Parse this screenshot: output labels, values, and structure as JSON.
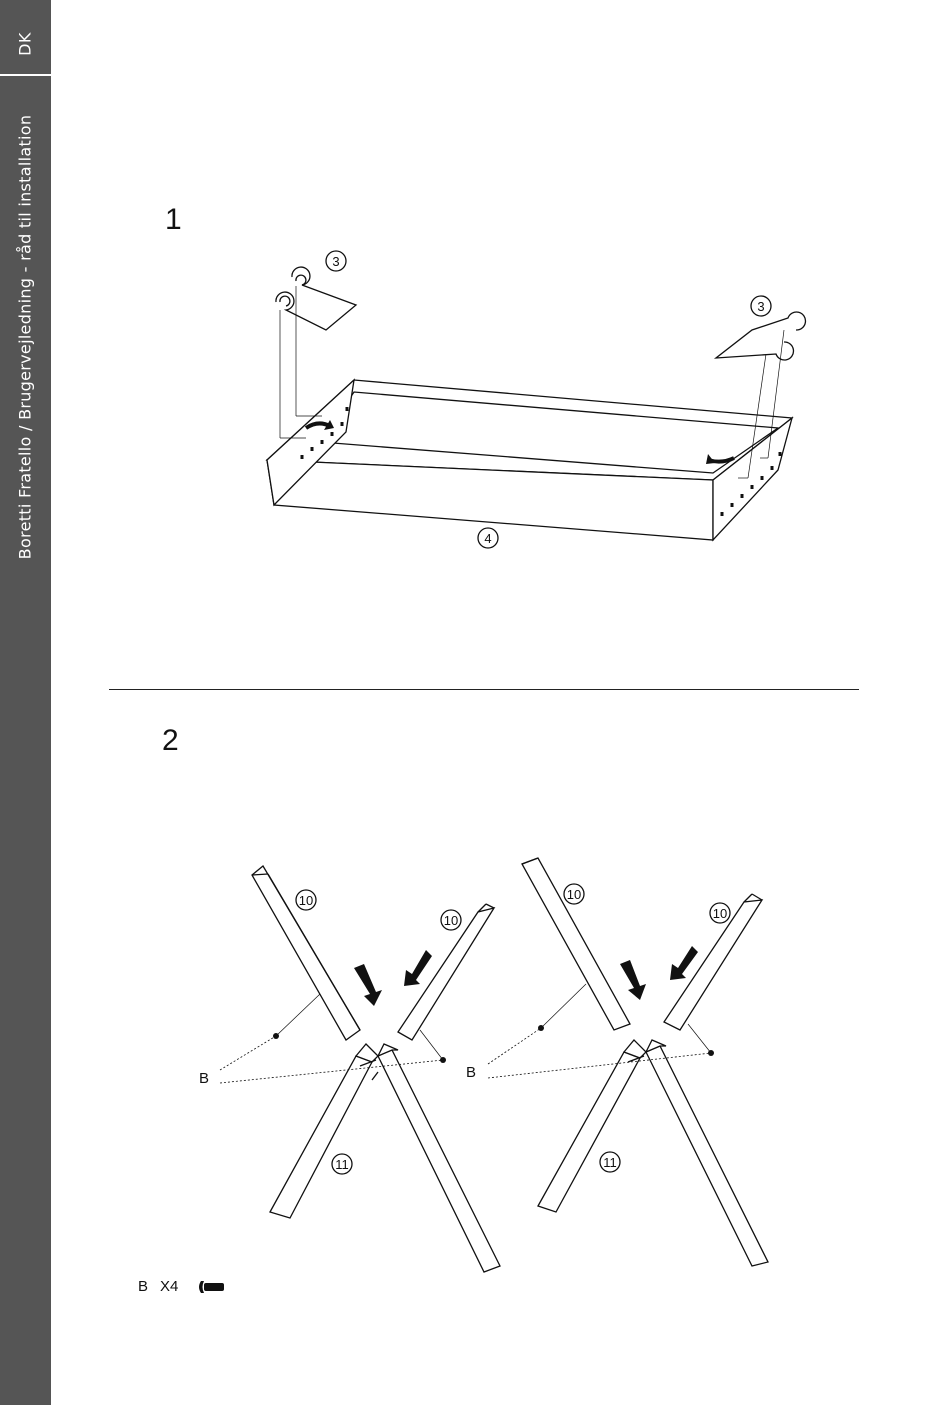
{
  "sidebar": {
    "lang": "DK",
    "title": "Boretti Fratello / Brugervejledning - råd til installation"
  },
  "step1": {
    "number": "1",
    "callouts": {
      "bracket_left": "3",
      "bracket_right": "3",
      "tray": "4"
    }
  },
  "step2": {
    "number": "2",
    "callouts": {
      "leg_a_top_left": "10",
      "leg_a_top_right": "10",
      "leg_a_bottom": "11",
      "leg_b_top_left": "10",
      "leg_b_top_right": "10",
      "leg_b_bottom": "11",
      "screw_label_a": "B",
      "screw_label_b": "B"
    },
    "legend": {
      "part": "B",
      "qty": "X4",
      "icon": "screw-icon"
    }
  },
  "colors": {
    "sidebar": "#555555",
    "line": "#111111"
  }
}
